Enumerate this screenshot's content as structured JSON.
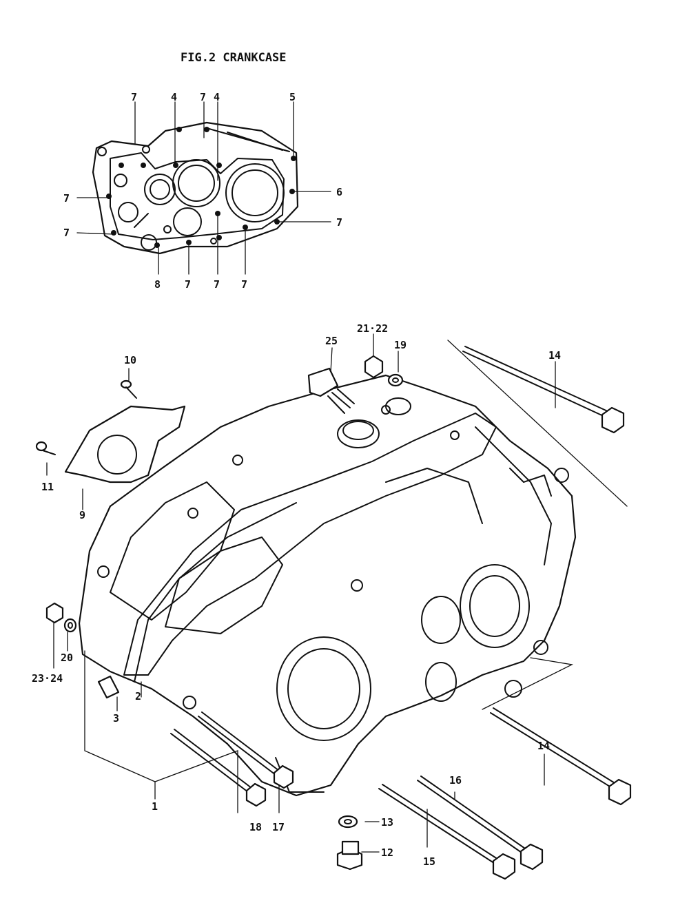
{
  "title": "FIG.2  CRANKCASE",
  "inset_labels": [
    "7",
    "4",
    "7",
    "4",
    "5",
    "7",
    "6",
    "7",
    "7",
    "7",
    "8",
    "7",
    "7",
    "7"
  ],
  "part_labels": {
    "p1": "1",
    "p2": "2",
    "p3": "3",
    "p9": "9",
    "p10": "10",
    "p11": "11",
    "p12": "12",
    "p13": "13",
    "p14a": "14",
    "p14b": "14",
    "p15": "15",
    "p16": "16",
    "p17": "17",
    "p18": "18",
    "p19": "19",
    "p20": "20",
    "p21_22": "21·22",
    "p23_24": "23·24",
    "p25": "25"
  }
}
